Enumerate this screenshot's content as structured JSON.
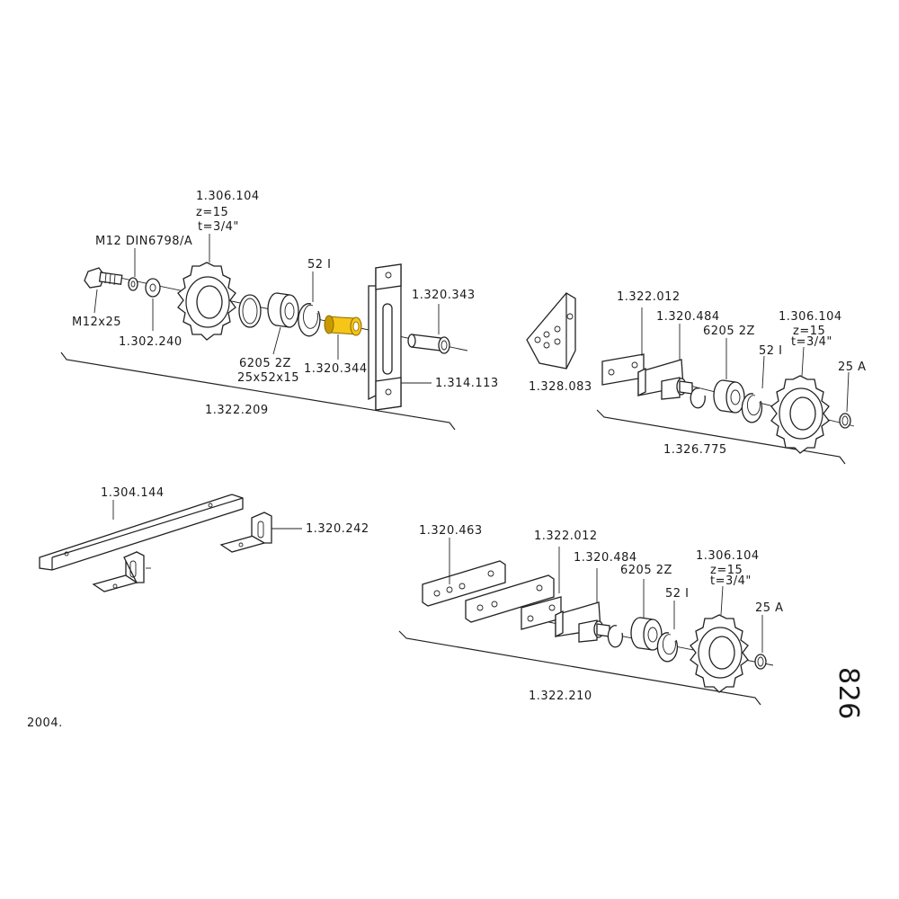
{
  "labels": {
    "a_1306104": "1.306.104",
    "a_z15": "z=15",
    "a_t34": "t=3/4\"",
    "a_m12din": "M12 DIN6798/A",
    "a_m12x25": "M12x25",
    "a_1302240": "1.302.240",
    "a_521": "52 I",
    "a_6205": "6205 2Z",
    "a_25x52": "25x52x15",
    "a_1320344": "1.320.344",
    "a_1320343": "1.320.343",
    "a_1314113": "1.314.113",
    "a_1322209": "1.322.209",
    "b_1328083": "1.328.083",
    "b_1322012": "1.322.012",
    "b_1320484": "1.320.484",
    "b_6205": "6205 2Z",
    "b_521": "52 I",
    "b_1306104": "1.306.104",
    "b_z15": "z=15",
    "b_t34": "t=3/4\"",
    "b_25a": "25 A",
    "b_1326775": "1.326.775",
    "c_1304144": "1.304.144",
    "c_1320242": "1.320.242",
    "d_1320463": "1.320.463",
    "d_1322012": "1.322.012",
    "d_1320484": "1.320.484",
    "d_6205": "6205 2Z",
    "d_521": "52 I",
    "d_1306104": "1.306.104",
    "d_z15": "z=15",
    "d_t34": "t=3/4\"",
    "d_25a": "25 A",
    "d_1322210": "1.322.210",
    "year": "2004.",
    "page_number": "826"
  },
  "colors": {
    "line": "#222222",
    "highlight": "#f5c518",
    "highlight_dark": "#c99a00",
    "background": "#ffffff"
  },
  "highlighted_part": "1.320.344"
}
